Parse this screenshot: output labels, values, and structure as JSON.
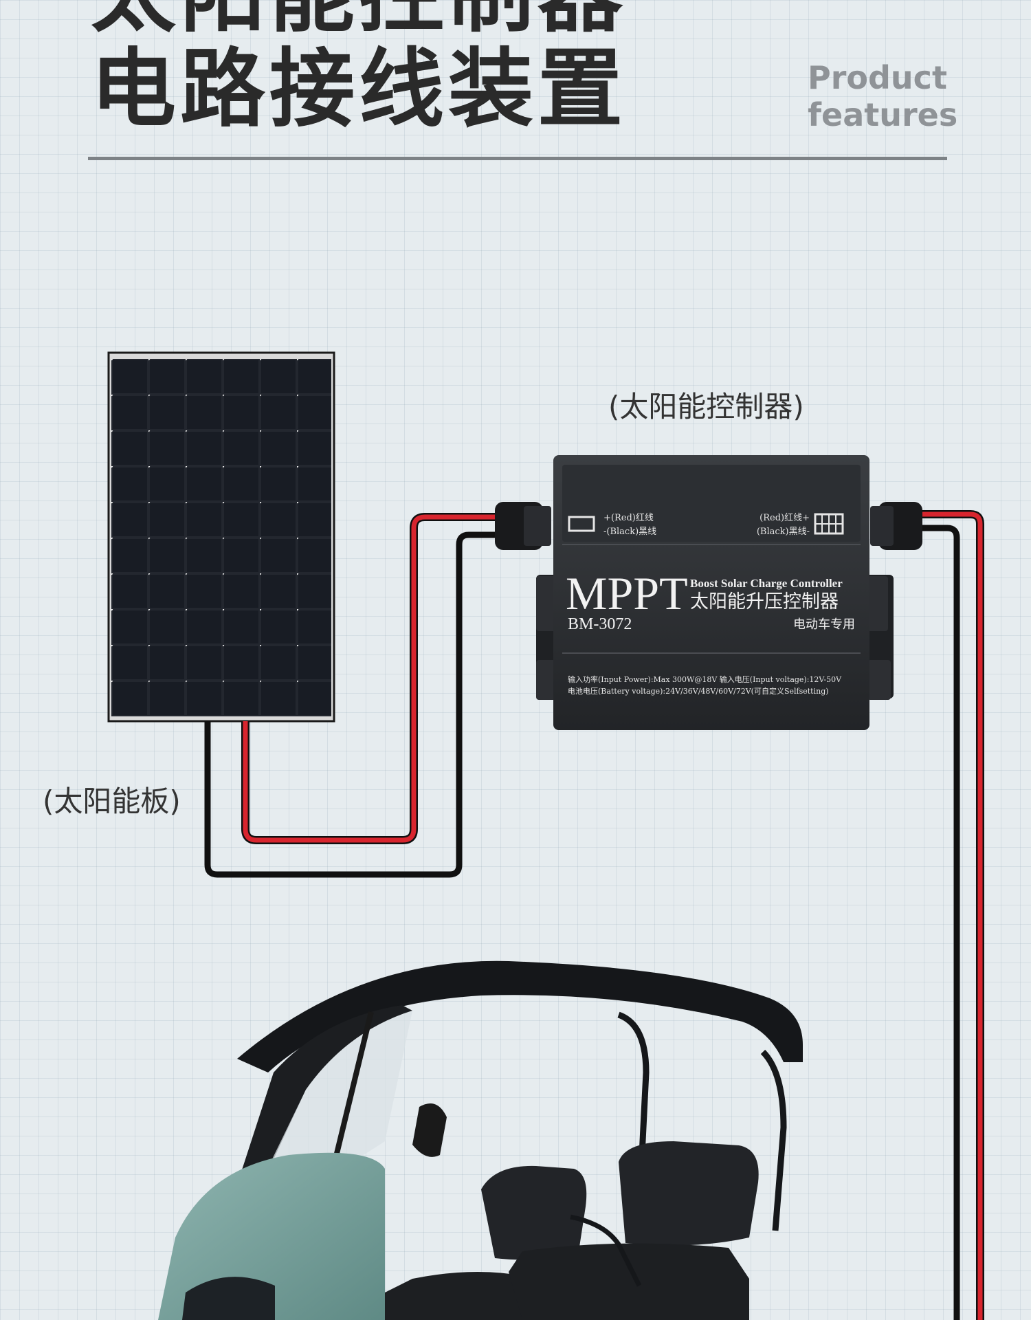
{
  "header": {
    "title_line_1": "太阳能控制器",
    "title_line_2": "电路接线装置",
    "features_line_1": "Product",
    "features_line_2": "features"
  },
  "labels": {
    "controller": "(太阳能控制器)",
    "panel": "(太阳能板)"
  },
  "controller": {
    "brand": "MPPT",
    "subtitle_en": "Boost Solar Charge Controller",
    "subtitle_cn": "太阳能升压控制器",
    "model": "BM-3072",
    "usage": "电动车专用",
    "left_port_red": "+(Red)红线",
    "left_port_black": "-(Black)黑线",
    "right_port_red": "(Red)红线+",
    "right_port_black": "(Black)黑线-",
    "spec_line_1": "输入功率(Input Power):Max 300W@18V   输入电压(Input voltage):12V-50V",
    "spec_line_2": "电池电压(Battery voltage):24V/36V/48V/60V/72V(可自定义Selfsetting)"
  },
  "colors": {
    "red_wire": "#d8252e",
    "black_wire": "#1c1c1c",
    "vehicle_body": "#7fa8a3"
  }
}
